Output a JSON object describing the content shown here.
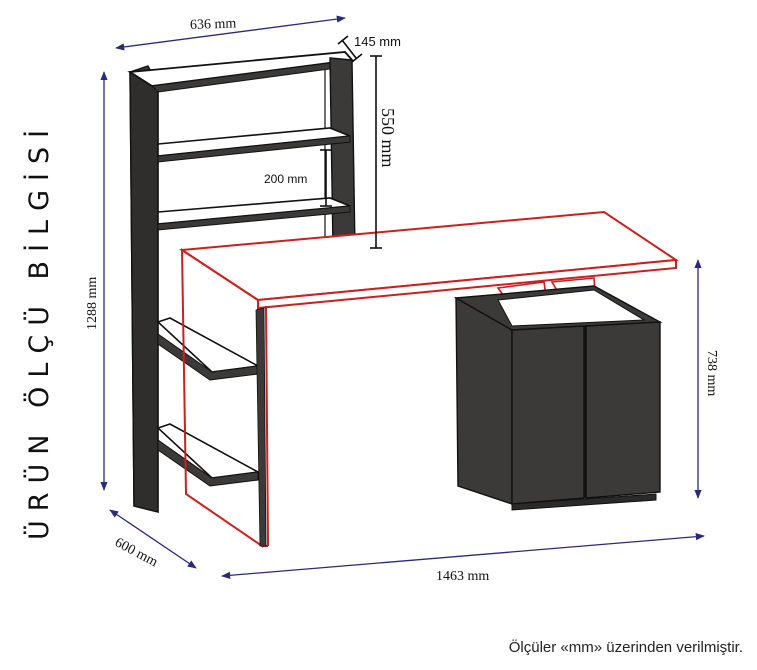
{
  "title": "ÜRÜN ÖLÇÜ BİLGİSİ",
  "dimensions": {
    "shelf_width": "636 mm",
    "shelf_depth": "145 mm",
    "shelf_height": "550 mm",
    "shelf_spacing": "200 mm",
    "total_height": "1288 mm",
    "desk_height": "738 mm",
    "depth": "600 mm",
    "total_width": "1463 mm"
  },
  "footnote": "Ölçüler «mm» üzerinden verilmiştir.",
  "colors": {
    "panel_dark": "#3b3a38",
    "line_red": "#cc1f1f",
    "dimension_line": "#2a2a7a",
    "outline": "#111111"
  }
}
